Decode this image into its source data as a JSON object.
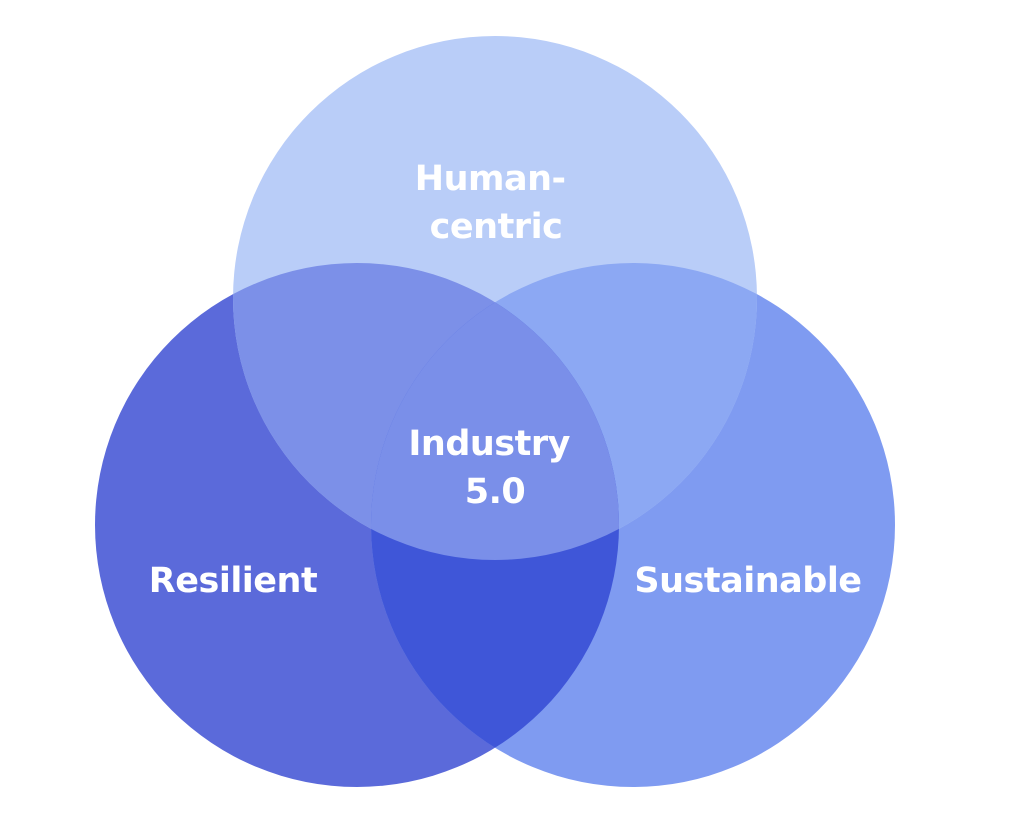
{
  "diagram": {
    "type": "venn",
    "center_label": [
      "Industry",
      "5.0"
    ],
    "sets": [
      {
        "id": "human-centric",
        "label": [
          "Human-",
          "centric"
        ],
        "color": "#b9cdf8"
      },
      {
        "id": "resilient",
        "label": [
          "Resilient"
        ],
        "color": "#5b6ada"
      },
      {
        "id": "sustainable",
        "label": [
          "Sustainable"
        ],
        "color": "#7f9bf1"
      }
    ],
    "overlap_colors": {
      "human-resilient": "#7c90e8",
      "human-sustainable": "#8ca8f3",
      "resilient-sustainable": "#3f56d8",
      "all-three": "#7a8fe9"
    },
    "text_color": "#ffffff",
    "background": "#ffffff"
  }
}
